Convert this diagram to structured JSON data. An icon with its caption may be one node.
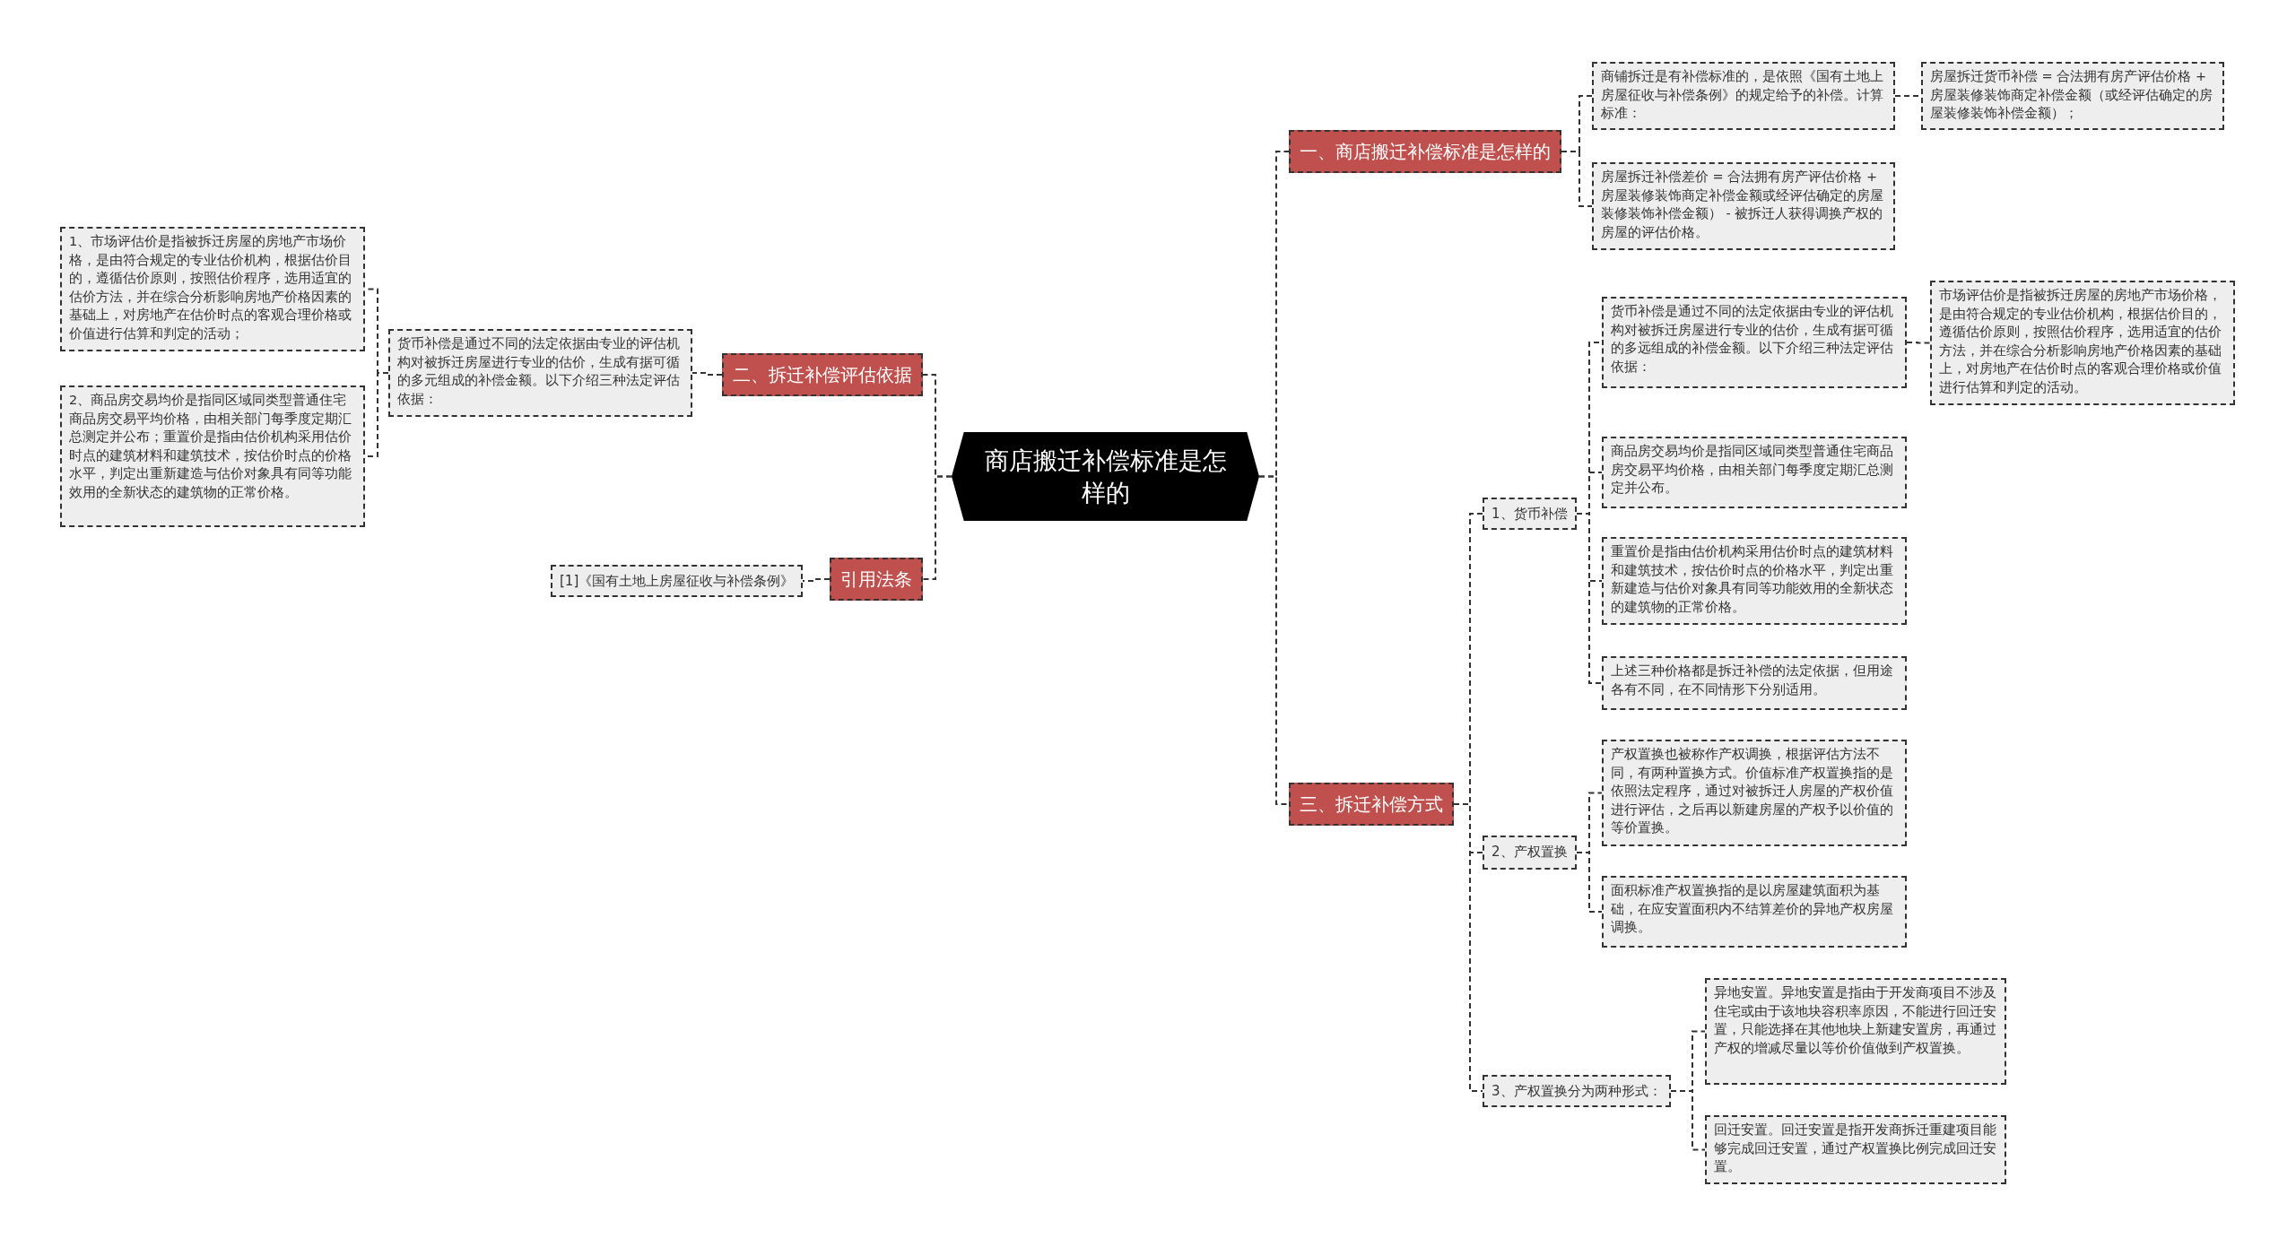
{
  "diagram": {
    "nodes": [
      {
        "text": [
          "商店搬迁补偿标准是怎样的"
        ]
      },
      {
        "text": [
          "一、商店搬迁补偿标准是怎样的"
        ]
      },
      {
        "text": [
          "商铺拆迁是有补偿标准的，是依照《国有土地上房屋征收与补偿条例》的规定给予的补偿。计算标准："
        ]
      },
      {
        "text": [
          "房屋拆迁货币补偿 = 合法拥有房产评估价格 + 房屋装修装饰商定补偿金额（或经评估确定的房屋装修装饰补偿金额）；"
        ]
      },
      {
        "text": [
          "房屋拆迁补偿差价 = 合法拥有房产评估价格 + 房屋装修装饰商定补偿金额或经评估确定的房屋装修装饰补偿金额） - 被拆迁人获得调换产权的房屋的评估价格。"
        ]
      },
      {
        "text": [
          "二、拆迁补偿评估依据"
        ]
      },
      {
        "text": [
          "货币补偿是通过不同的法定依据由专业的评估机构对被拆迁房屋进行专业的估价，生成有据可循的多元组成的补偿金额。以下介绍三种法定评估依据："
        ]
      },
      {
        "text": [
          "1、市场评估价是指被拆迁房屋的房地产市场价格，是由符合规定的专业估价机构，根据估价目的，遵循估价原则，按照估价程序，选用适宜的估价方法，并在综合分析影响房地产价格因素的基础上，对房地产在估价时点的客观合理价格或价值进行估算和判定的活动；"
        ]
      },
      {
        "text": [
          "2、商品房交易均价是指同区域同类型普通住宅商品房交易平均价格，由相关部门每季度定期汇总测定并公布；重置价是指由估价机构采用估价时点的建筑材料和建筑技术，按估价时点的价格水平，判定出重新建造与估价对象具有同等功能效用的全新状态的建筑物的正常价格。"
        ]
      },
      {
        "text": [
          "引用法条"
        ]
      },
      {
        "text": [
          "[1]《国有土地上房屋征收与补偿条例》"
        ]
      },
      {
        "text": [
          "三、拆迁补偿方式"
        ]
      },
      {
        "text": [
          "1、货币补偿"
        ]
      },
      {
        "text": [
          "货币补偿是通过不同的法定依据由专业的评估机构对被拆迁房屋进行专业的估价，生成有据可循的多远组成的补偿金额。以下介绍三种法定评估依据："
        ]
      },
      {
        "text": [
          "市场评估价是指被拆迁房屋的房地产市场价格，是由符合规定的专业估价机构，根据估价目的，遵循估价原则，按照估价程序，选用适宜的估价方法，并在综合分析影响房地产价格因素的基础上，对房地产在估价时点的客观合理价格或价值进行估算和判定的活动。"
        ]
      },
      {
        "text": [
          "商品房交易均价是指同区域同类型普通住宅商品房交易平均价格，由相关部门每季度定期汇总测定并公布。"
        ]
      },
      {
        "text": [
          "重置价是指由估价机构采用估价时点的建筑材料和建筑技术，按估价时点的价格水平，判定出重新建造与估价对象具有同等功能效用的全新状态的建筑物的正常价格。"
        ]
      },
      {
        "text": [
          "上述三种价格都是拆迁补偿的法定依据，但用途各有不同，在不同情形下分别适用。"
        ]
      },
      {
        "text": [
          "2、产权置换"
        ]
      },
      {
        "text": [
          "产权置换也被称作产权调换，根据评估方法不同，有两种置换方式。价值标准产权置换指的是依照法定程序，通过对被拆迁人房屋的产权价值进行评估，之后再以新建房屋的产权予以价值的等价置换。"
        ]
      },
      {
        "text": [
          "面积标准产权置换指的是以房屋建筑面积为基础，在应安置面积内不结算差价的异地产权房屋调换。"
        ]
      },
      {
        "text": [
          "3、产权置换分为两种形式："
        ]
      },
      {
        "text": [
          "异地安置。异地安置是指由于开发商项目不涉及住宅或由于该地块容积率原因，不能进行回迁安置，只能选择在其他地块上新建安置房，再通过产权的增减尽量以等价价值做到产权置换。"
        ]
      },
      {
        "text": [
          "回迁安置。回迁安置是指开发商拆迁重建项目能够完成回迁安置，通过产权置换比例完成回迁安置。"
        ]
      }
    ],
    "edges": [
      {
        "from": 0,
        "to": 1,
        "arrow": "none"
      },
      {
        "from": 1,
        "to": 2,
        "arrow": "none"
      },
      {
        "from": 2,
        "to": 3,
        "arrow": "none"
      },
      {
        "from": 1,
        "to": 4,
        "arrow": "none"
      },
      {
        "from": 0,
        "to": 5,
        "arrow": "none"
      },
      {
        "from": 5,
        "to": 6,
        "arrow": "none"
      },
      {
        "from": 6,
        "to": 7,
        "arrow": "none"
      },
      {
        "from": 6,
        "to": 8,
        "arrow": "none"
      },
      {
        "from": 0,
        "to": 9,
        "arrow": "none"
      },
      {
        "from": 9,
        "to": 10,
        "arrow": "none"
      },
      {
        "from": 0,
        "to": 11,
        "arrow": "none"
      },
      {
        "from": 11,
        "to": 12,
        "arrow": "none"
      },
      {
        "from": 12,
        "to": 13,
        "arrow": "none"
      },
      {
        "from": 13,
        "to": 14,
        "arrow": "none"
      },
      {
        "from": 12,
        "to": 15,
        "arrow": "none"
      },
      {
        "from": 12,
        "to": 16,
        "arrow": "none"
      },
      {
        "from": 12,
        "to": 17,
        "arrow": "none"
      },
      {
        "from": 11,
        "to": 18,
        "arrow": "none"
      },
      {
        "from": 18,
        "to": 19,
        "arrow": "none"
      },
      {
        "from": 18,
        "to": 20,
        "arrow": "none"
      },
      {
        "from": 11,
        "to": 21,
        "arrow": "none"
      },
      {
        "from": 21,
        "to": 22,
        "arrow": "none"
      },
      {
        "from": 21,
        "to": 23,
        "arrow": "none"
      }
    ]
  }
}
